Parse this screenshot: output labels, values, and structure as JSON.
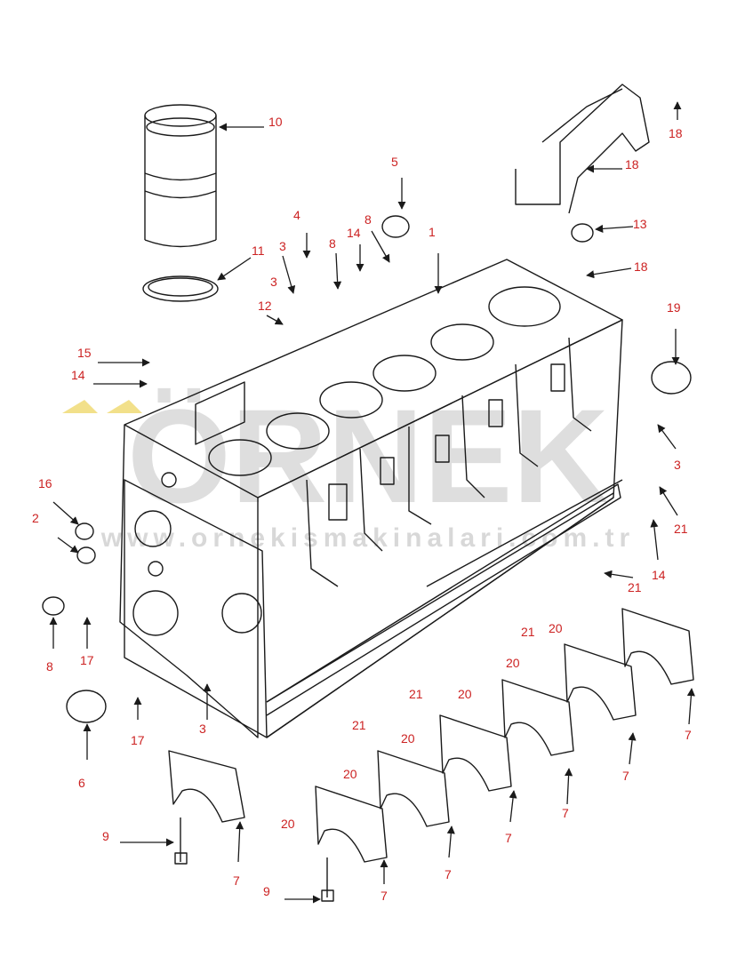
{
  "watermark": {
    "brand": "ÖRNEK",
    "url": "www.ornekismakinalari.com.tr",
    "color": "#d4d4d4",
    "accent": "#f2e08a"
  },
  "colors": {
    "line": "#1a1a1a",
    "label": "#cc2222",
    "arrow": "#1a1a1a"
  },
  "callouts": [
    {
      "id": "c1",
      "text": "1"
    },
    {
      "id": "c2",
      "text": "2"
    },
    {
      "id": "c3a",
      "text": "3"
    },
    {
      "id": "c3b",
      "text": "3"
    },
    {
      "id": "c3c",
      "text": "3"
    },
    {
      "id": "c3d",
      "text": "3"
    },
    {
      "id": "c4",
      "text": "4"
    },
    {
      "id": "c5",
      "text": "5"
    },
    {
      "id": "c6",
      "text": "6"
    },
    {
      "id": "c7a",
      "text": "7"
    },
    {
      "id": "c7b",
      "text": "7"
    },
    {
      "id": "c7c",
      "text": "7"
    },
    {
      "id": "c7d",
      "text": "7"
    },
    {
      "id": "c7e",
      "text": "7"
    },
    {
      "id": "c7f",
      "text": "7"
    },
    {
      "id": "c7g",
      "text": "7"
    },
    {
      "id": "c8a",
      "text": "8"
    },
    {
      "id": "c8b",
      "text": "8"
    },
    {
      "id": "c8c",
      "text": "8"
    },
    {
      "id": "c9a",
      "text": "9"
    },
    {
      "id": "c9b",
      "text": "9"
    },
    {
      "id": "c10",
      "text": "10"
    },
    {
      "id": "c11",
      "text": "11"
    },
    {
      "id": "c12",
      "text": "12"
    },
    {
      "id": "c13",
      "text": "13"
    },
    {
      "id": "c14a",
      "text": "14"
    },
    {
      "id": "c14b",
      "text": "14"
    },
    {
      "id": "c14c",
      "text": "14"
    },
    {
      "id": "c15",
      "text": "15"
    },
    {
      "id": "c16",
      "text": "16"
    },
    {
      "id": "c17a",
      "text": "17"
    },
    {
      "id": "c17b",
      "text": "17"
    },
    {
      "id": "c18a",
      "text": "18"
    },
    {
      "id": "c18b",
      "text": "18"
    },
    {
      "id": "c18c",
      "text": "18"
    },
    {
      "id": "c19",
      "text": "19"
    },
    {
      "id": "c20a",
      "text": "20"
    },
    {
      "id": "c20b",
      "text": "20"
    },
    {
      "id": "c20c",
      "text": "20"
    },
    {
      "id": "c20d",
      "text": "20"
    },
    {
      "id": "c20e",
      "text": "20"
    },
    {
      "id": "c20f",
      "text": "20"
    },
    {
      "id": "c21a",
      "text": "21"
    },
    {
      "id": "c21b",
      "text": "21"
    },
    {
      "id": "c21c",
      "text": "21"
    },
    {
      "id": "c21d",
      "text": "21"
    },
    {
      "id": "c21e",
      "text": "21"
    }
  ]
}
